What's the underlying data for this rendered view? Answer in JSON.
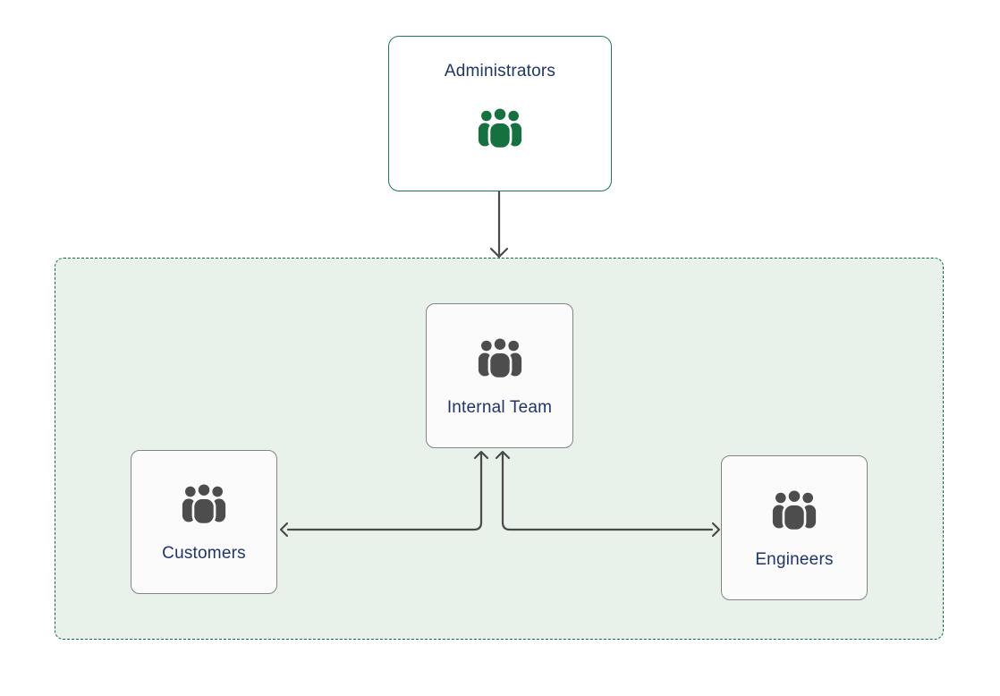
{
  "diagram": {
    "title": "team-structure-diagram",
    "nodes": [
      {
        "id": "administrators",
        "label": "Administrators",
        "icon": "people-group-icon",
        "style": "green-outline",
        "inside_group": false
      },
      {
        "id": "internal-team",
        "label": "Internal Team",
        "icon": "people-group-icon",
        "style": "gray-outline",
        "inside_group": true
      },
      {
        "id": "customers",
        "label": "Customers",
        "icon": "people-group-icon",
        "style": "gray-outline",
        "inside_group": true
      },
      {
        "id": "engineers",
        "label": "Engineers",
        "icon": "people-group-icon",
        "style": "gray-outline",
        "inside_group": true
      }
    ],
    "group_container": {
      "style": "dashed-green",
      "contains": [
        "internal-team",
        "customers",
        "engineers"
      ]
    },
    "edges": [
      {
        "from": "administrators",
        "to": "group_container",
        "shape": "straight-down",
        "arrows": "end"
      },
      {
        "from": "internal-team",
        "to": "customers",
        "shape": "elbow",
        "arrows": "both"
      },
      {
        "from": "internal-team",
        "to": "engineers",
        "shape": "elbow",
        "arrows": "both"
      }
    ],
    "colors": {
      "page_background": "#ffffff",
      "node_label": "#20356b",
      "admin_node_border": "#1d7a50",
      "admin_icon_green": "#15713f",
      "group_fill": "#e8f1ea",
      "group_dashed_border": "#0d6b4c",
      "inner_node_fill": "#fafbfa",
      "inner_node_border": "#848484",
      "inner_icon_gray": "#4d4d4d",
      "arrow": "#4a4a4a"
    }
  }
}
